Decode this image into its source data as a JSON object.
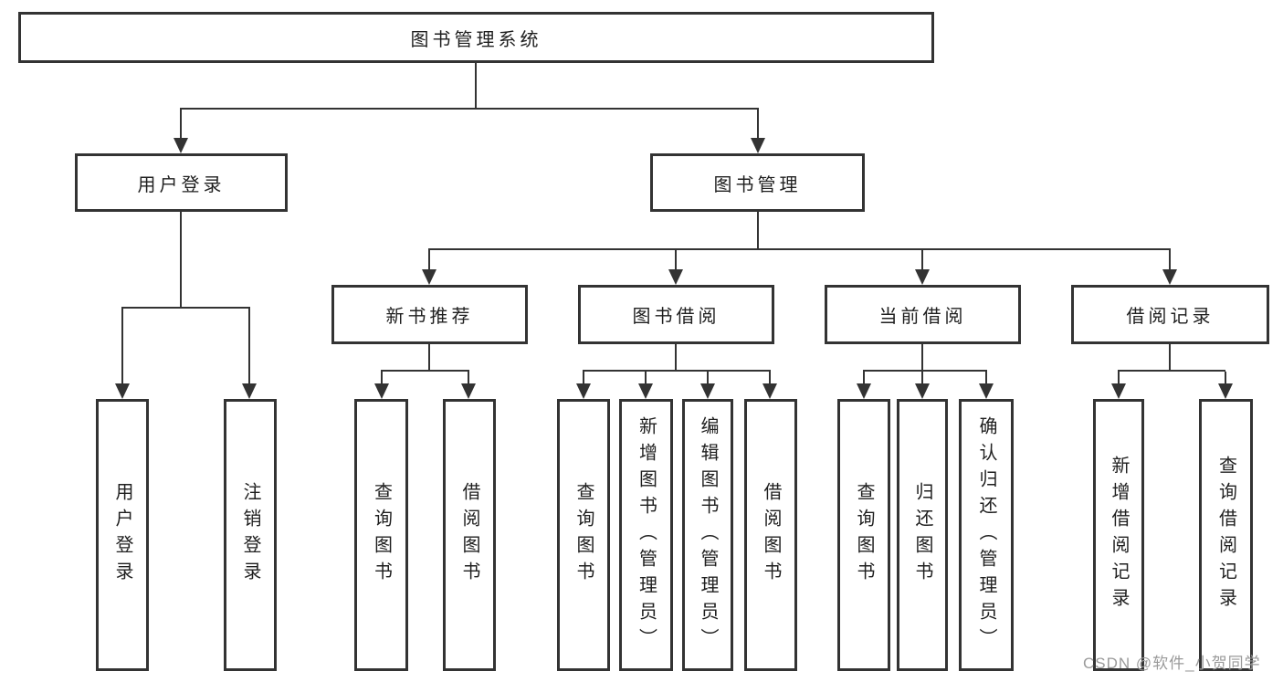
{
  "diagram_title": "图书管理系统",
  "tree": {
    "label": "图书管理系统",
    "children": [
      {
        "label": "用户登录",
        "children": [
          {
            "label": "用户登录"
          },
          {
            "label": "注销登录"
          }
        ]
      },
      {
        "label": "图书管理",
        "children": [
          {
            "label": "新书推荐",
            "children": [
              {
                "label": "查询图书"
              },
              {
                "label": "借阅图书"
              }
            ]
          },
          {
            "label": "图书借阅",
            "children": [
              {
                "label": "查询图书"
              },
              {
                "label": "新增图书（管理员）"
              },
              {
                "label": "编辑图书（管理员）"
              },
              {
                "label": "借阅图书"
              }
            ]
          },
          {
            "label": "当前借阅",
            "children": [
              {
                "label": "查询图书"
              },
              {
                "label": "归还图书"
              },
              {
                "label": "确认归还（管理员）"
              }
            ]
          },
          {
            "label": "借阅记录",
            "children": [
              {
                "label": "新增借阅记录"
              },
              {
                "label": "查询借阅记录"
              }
            ]
          }
        ]
      }
    ]
  },
  "watermark": {
    "text": "CSDN @软件_小贺同学",
    "color": "#9a9a9a"
  },
  "colors": {
    "background": "#ffffff",
    "line": "#333333",
    "box_border": "#333333",
    "box_fill": "#ffffff",
    "text": "#1f1f1f"
  }
}
